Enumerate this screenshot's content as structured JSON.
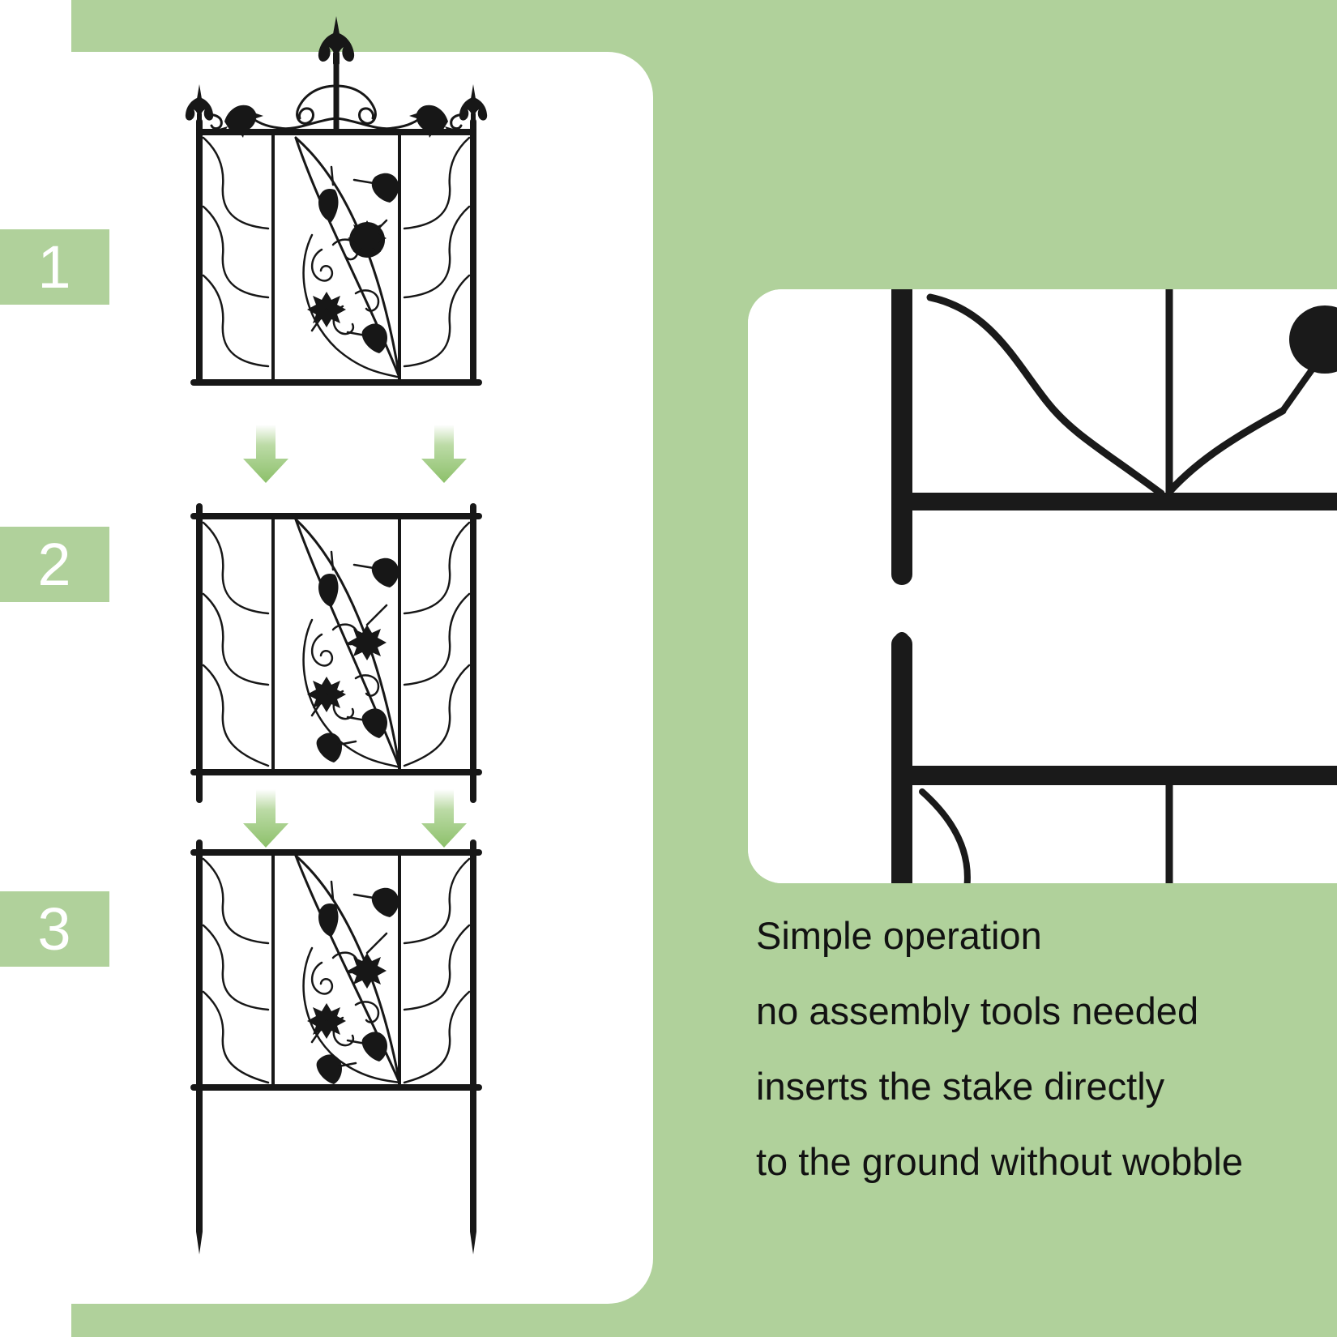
{
  "colors": {
    "green_background": "#b0d19b",
    "white_panel": "#ffffff",
    "badge_background": "#b0d19b",
    "badge_text": "#ffffff",
    "caption_text": "#121212",
    "metal_black": "#171717",
    "arrow_green": "#8cc06a"
  },
  "steps": [
    {
      "number": "1",
      "name": "step-one"
    },
    {
      "number": "2",
      "name": "step-two"
    },
    {
      "number": "3",
      "name": "step-three"
    }
  ],
  "product": {
    "material_color": "black",
    "panel_motif": "floral scroll with leaves and flowers",
    "finial": "fleur-de-lis",
    "birds": 2
  },
  "caption": {
    "lines": [
      "Simple operation",
      "no assembly tools needed",
      "inserts the stake directly",
      "to the ground without wobble"
    ]
  },
  "icons": {
    "arrow": "down-arrow-icon",
    "finial": "fleur-de-lis-icon",
    "bird": "bird-icon",
    "flower": "flower-icon",
    "leaf": "leaf-icon"
  }
}
